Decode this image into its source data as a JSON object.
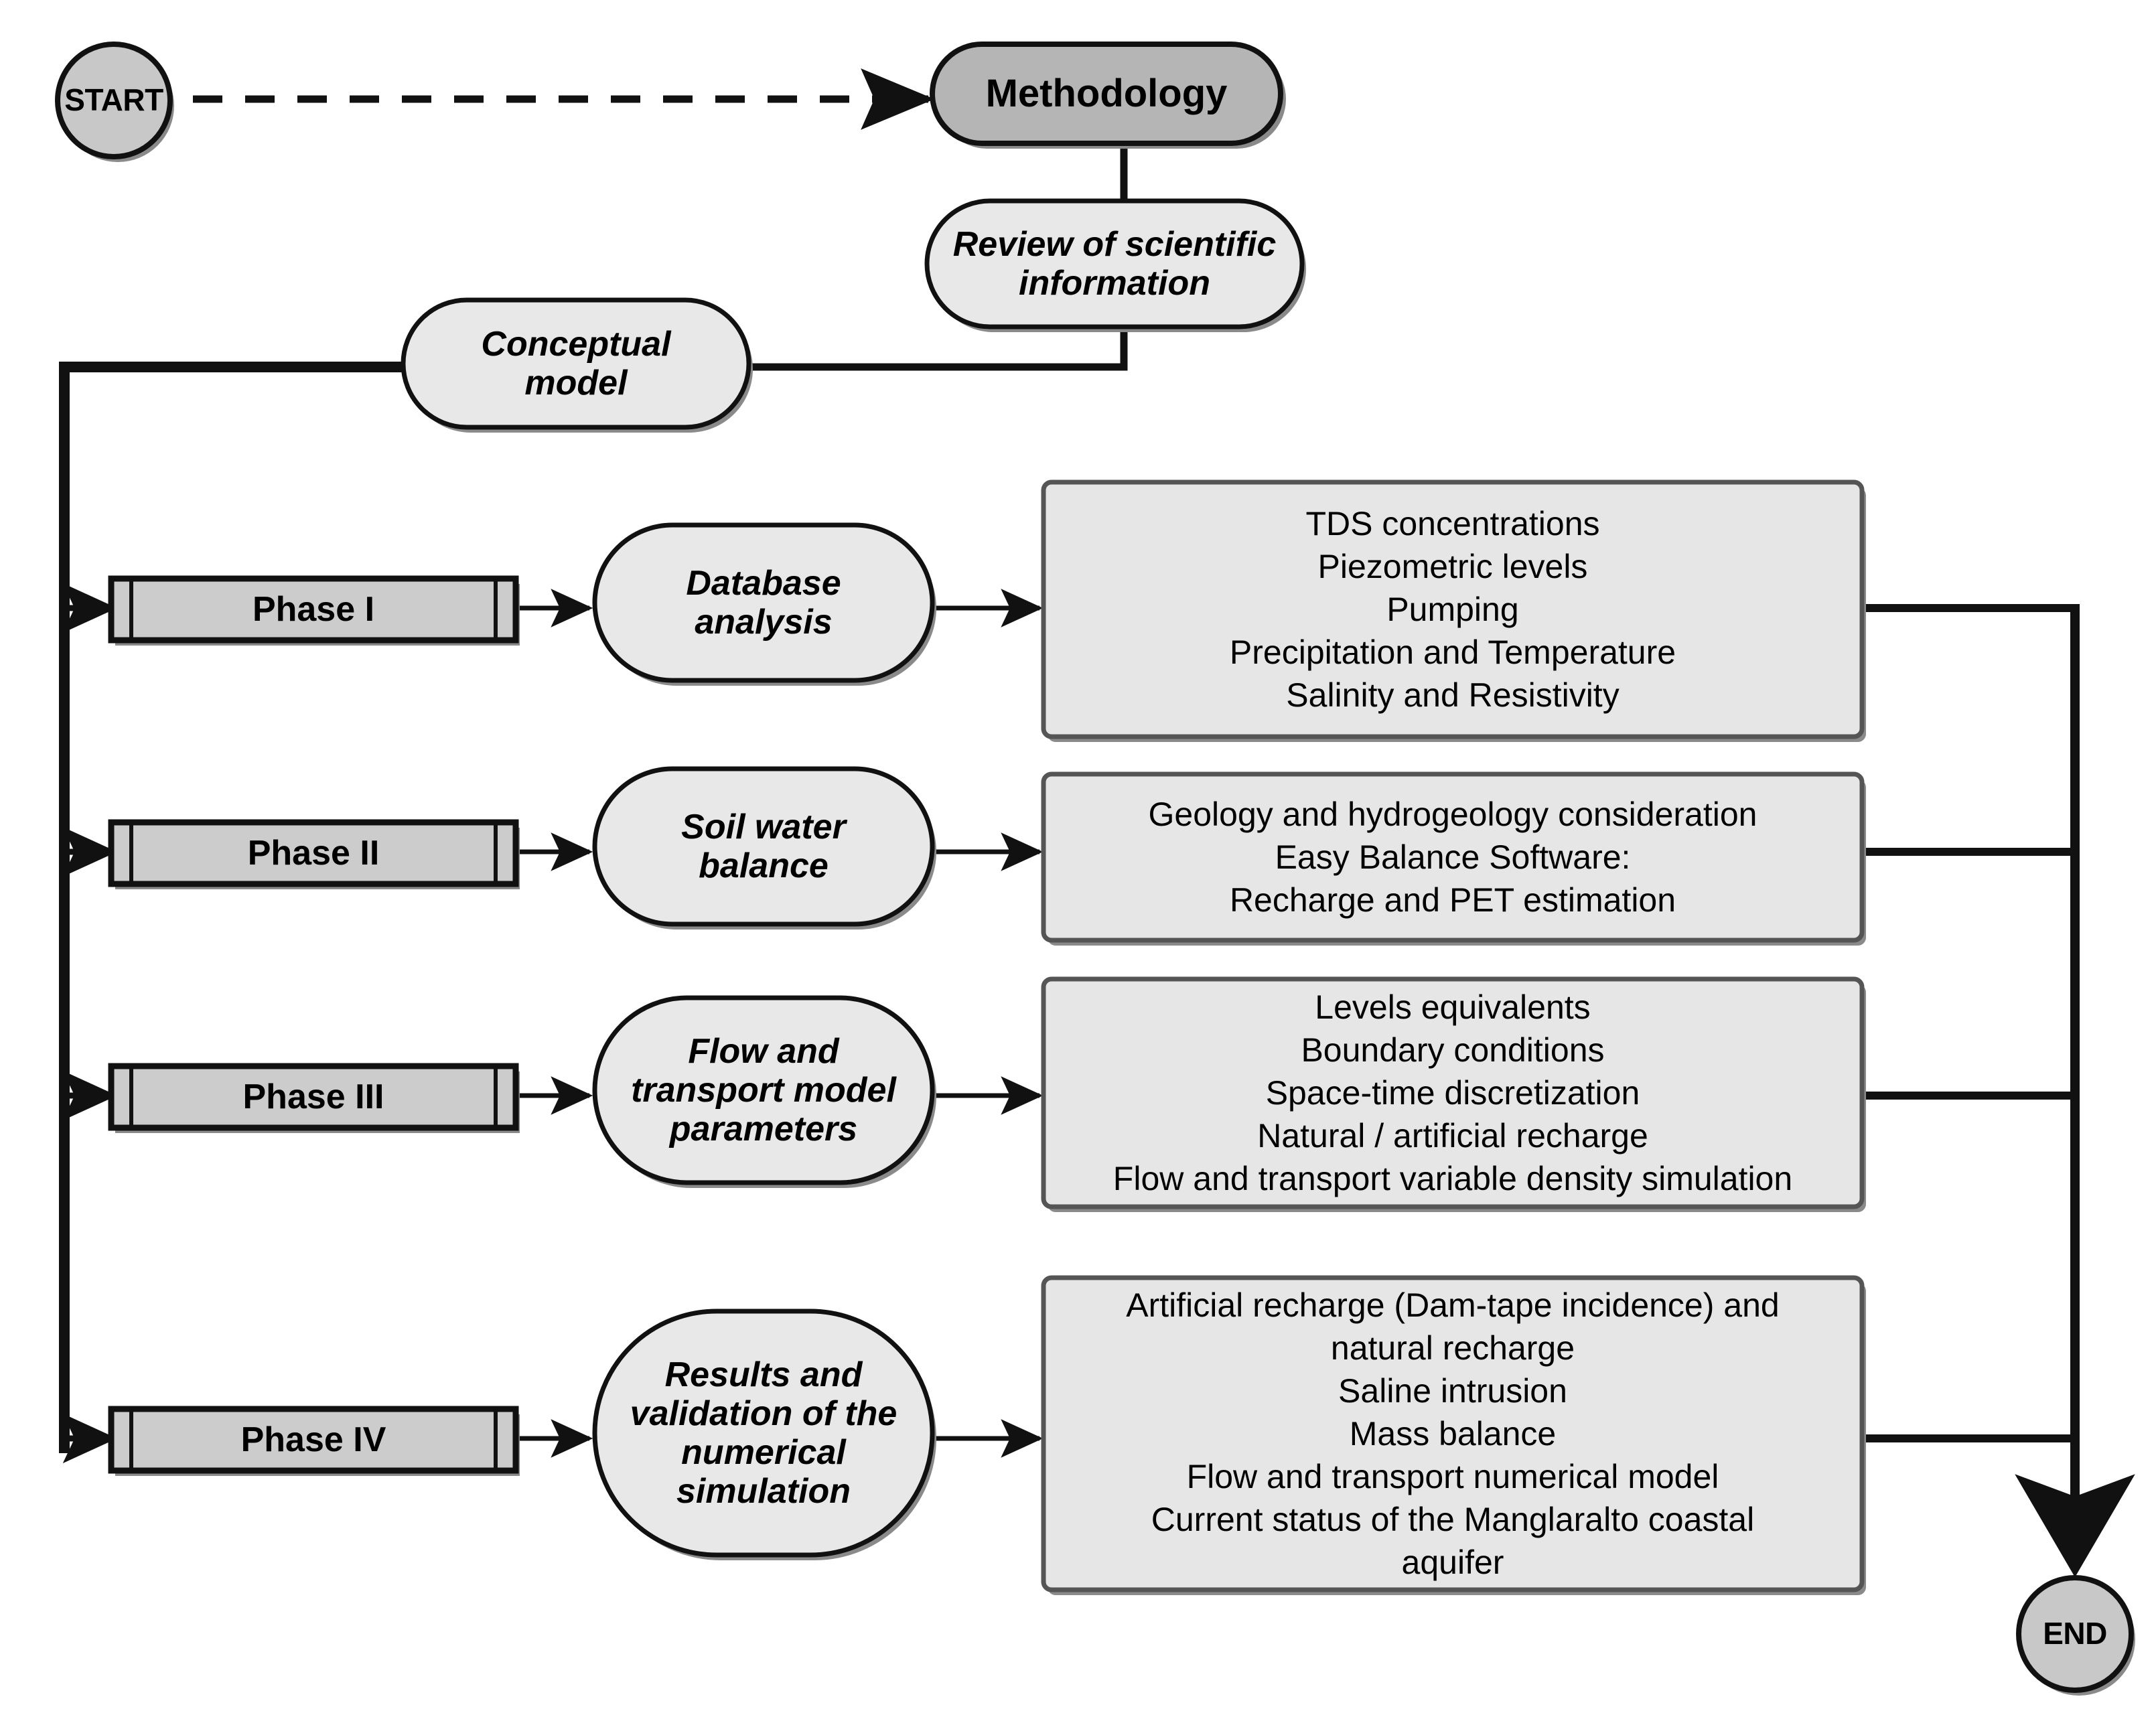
{
  "diagram": {
    "title": "Methodology flowchart",
    "colors": {
      "terminal_fill": "#c8c8c8",
      "methodology_fill": "#b5b5b5",
      "stadium_fill": "#e8e8e8",
      "phase_fill": "#cccccc",
      "content_fill": "#e6e6e6",
      "stroke": "#111111",
      "content_stroke": "#555555",
      "shadow": "#8a8a8a",
      "background": "#ffffff"
    }
  },
  "nodes": {
    "start": {
      "label": "START",
      "shape": "ellipse"
    },
    "methodology": {
      "label": "Methodology",
      "shape": "stadium"
    },
    "review": {
      "label": "Review of scientific\ninformation",
      "shape": "stadium"
    },
    "conceptual": {
      "label": "Conceptual\nmodel",
      "shape": "stadium"
    },
    "end": {
      "label": "END",
      "shape": "circle"
    }
  },
  "phases": [
    {
      "phase_label": "Phase I",
      "activity_label": "Database\nanalysis",
      "content_lines": [
        "TDS concentrations",
        "Piezometric levels",
        "Pumping",
        "Precipitation and Temperature",
        "Salinity and Resistivity"
      ]
    },
    {
      "phase_label": "Phase II",
      "activity_label": "Soil water\nbalance",
      "content_lines": [
        "Geology and hydrogeology consideration",
        "Easy Balance Software:",
        "Recharge and PET estimation"
      ]
    },
    {
      "phase_label": "Phase III",
      "activity_label": "Flow and\ntransport model\nparameters",
      "content_lines": [
        "Levels equivalents",
        "Boundary conditions",
        "Space-time discretization",
        "Natural / artificial recharge",
        "Flow and transport variable density simulation"
      ]
    },
    {
      "phase_label": "Phase IV",
      "activity_label": "Results and\nvalidation of the\nnumerical\nsimulation",
      "content_lines": [
        "Artificial recharge (Dam-tape incidence) and",
        "natural recharge",
        "Saline intrusion",
        "Mass balance",
        "Flow and transport numerical model",
        "Current status of the Manglaralto coastal",
        "aquifer"
      ]
    }
  ],
  "content_text": {
    "phase1": "TDS concentrations\nPiezometric levels\nPumping\nPrecipitation and Temperature\nSalinity and Resistivity",
    "phase2": "Geology and hydrogeology consideration\nEasy Balance Software:\nRecharge and PET estimation",
    "phase3": "Levels equivalents\nBoundary conditions\nSpace-time discretization\nNatural / artificial recharge\nFlow and transport variable density simulation",
    "phase4": "Artificial recharge (Dam-tape incidence) and\nnatural recharge\nSaline intrusion\nMass balance\nFlow and transport numerical model\nCurrent status of the Manglaralto coastal\naquifer"
  },
  "connectors": [
    {
      "name": "start-to-methodology",
      "style": "dashed",
      "arrow": true
    },
    {
      "name": "methodology-to-review",
      "style": "solid",
      "arrow": false
    },
    {
      "name": "review-to-conceptual",
      "style": "solid",
      "arrow": false
    },
    {
      "name": "conceptual-to-phase-bus",
      "style": "solid",
      "arrow": false
    },
    {
      "name": "bus-to-phase1",
      "style": "solid",
      "arrow": true
    },
    {
      "name": "bus-to-phase2",
      "style": "solid",
      "arrow": true
    },
    {
      "name": "bus-to-phase3",
      "style": "solid",
      "arrow": true
    },
    {
      "name": "bus-to-phase4",
      "style": "solid",
      "arrow": true
    },
    {
      "name": "phase1-to-activity1",
      "style": "solid",
      "arrow": true
    },
    {
      "name": "phase2-to-activity2",
      "style": "solid",
      "arrow": true
    },
    {
      "name": "phase3-to-activity3",
      "style": "solid",
      "arrow": true
    },
    {
      "name": "phase4-to-activity4",
      "style": "solid",
      "arrow": true
    },
    {
      "name": "activity1-to-content1",
      "style": "solid",
      "arrow": true
    },
    {
      "name": "activity2-to-content2",
      "style": "solid",
      "arrow": true
    },
    {
      "name": "activity3-to-content3",
      "style": "solid",
      "arrow": true
    },
    {
      "name": "activity4-to-content4",
      "style": "solid",
      "arrow": true
    },
    {
      "name": "content-bus-to-end",
      "style": "solid",
      "arrow": true
    }
  ]
}
